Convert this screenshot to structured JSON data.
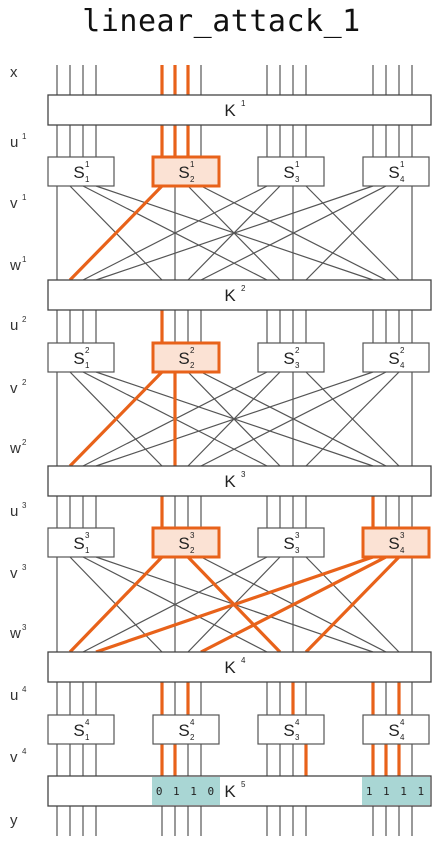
{
  "title": "linear_attack_1",
  "row_labels": [
    {
      "base": "x",
      "sup": ""
    },
    {
      "base": "u",
      "sup": "1"
    },
    {
      "base": "v",
      "sup": "1"
    },
    {
      "base": "w",
      "sup": "1"
    },
    {
      "base": "u",
      "sup": "2"
    },
    {
      "base": "v",
      "sup": "2"
    },
    {
      "base": "w",
      "sup": "2"
    },
    {
      "base": "u",
      "sup": "3"
    },
    {
      "base": "v",
      "sup": "3"
    },
    {
      "base": "w",
      "sup": "3"
    },
    {
      "base": "u",
      "sup": "4"
    },
    {
      "base": "v",
      "sup": "4"
    },
    {
      "base": "y",
      "sup": ""
    }
  ],
  "keys": [
    {
      "base": "K",
      "sup": "1"
    },
    {
      "base": "K",
      "sup": "2"
    },
    {
      "base": "K",
      "sup": "3"
    },
    {
      "base": "K",
      "sup": "4"
    },
    {
      "base": "K",
      "sup": "5"
    }
  ],
  "sbox_base": "S",
  "rounds": [
    {
      "round": "1",
      "sboxes": [
        "1",
        "2",
        "3",
        "4"
      ],
      "active": [
        2
      ]
    },
    {
      "round": "2",
      "sboxes": [
        "1",
        "2",
        "3",
        "4"
      ],
      "active": [
        2
      ]
    },
    {
      "round": "3",
      "sboxes": [
        "1",
        "2",
        "3",
        "4"
      ],
      "active": [
        2,
        4
      ]
    },
    {
      "round": "4",
      "sboxes": [
        "1",
        "2",
        "3",
        "4"
      ],
      "active": []
    }
  ],
  "input_active_bits": [
    5,
    6,
    7
  ],
  "active_path": [
    {
      "from_round": 1,
      "from_bit": 5,
      "to_bit": 5
    },
    {
      "from_round": 2,
      "from_bit": 5,
      "to_bit": 5
    },
    {
      "from_round": 2,
      "from_bit": 6,
      "to_bit": 13
    },
    {
      "from_round": 3,
      "from_bit": 5,
      "to_bit": 5
    },
    {
      "from_round": 3,
      "from_bit": 7,
      "to_bit": 13
    },
    {
      "from_round": 3,
      "from_bit": 13,
      "to_bit": 7
    },
    {
      "from_round": 3,
      "from_bit": 14,
      "to_bit": 11
    },
    {
      "from_round": 3,
      "from_bit": 15,
      "to_bit": 15
    }
  ],
  "output_bits": [
    {
      "sbox": 2,
      "label": "0 1 1 0",
      "active": [
        5,
        6
      ]
    },
    {
      "sbox": 4,
      "label": "1 1 1 1",
      "active": [
        12,
        13,
        14,
        15
      ]
    }
  ],
  "colors": {
    "active": "#e8621a",
    "active_fill": "#fbe2d4",
    "wire": "#555555",
    "output_box": "#a9d6d4"
  }
}
